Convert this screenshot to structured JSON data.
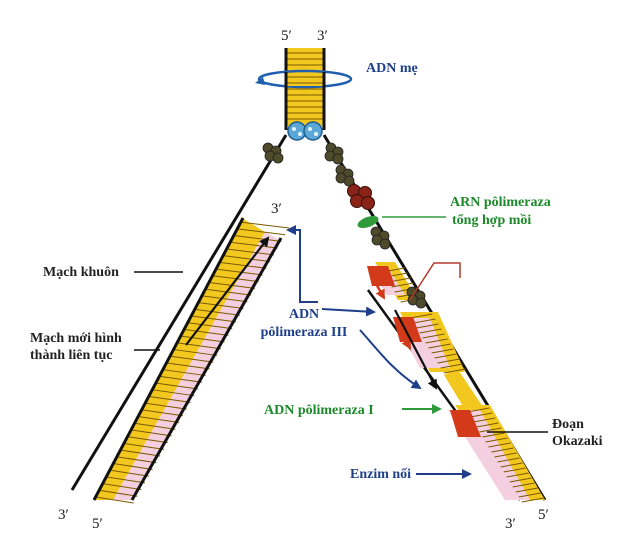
{
  "ends": {
    "top_left": "5′",
    "top_right": "3′",
    "new_strand_left_top": "3′",
    "bottom_left_outer": "3′",
    "bottom_left_inner": "5′",
    "bottom_right_inner": "3′",
    "bottom_right_outer": "5′"
  },
  "labels": {
    "parent_dna": "ADN mẹ",
    "rna_polymerase_line1": "ARN pôlimeraza",
    "rna_polymerase_line2": "tổng hợp mồi",
    "template_strand": "Mạch khuôn",
    "continuous_strand_line1": "Mạch mới hình",
    "continuous_strand_line2": "thành liên tục",
    "dna_pol3_line1": "ADN",
    "dna_pol3_line2": "pôlimeraza III",
    "dna_pol1": "ADN pôlimeraza I",
    "okazaki_line1": "Đoạn",
    "okazaki_line2": "Okazaki",
    "ligase": "Enzim nối"
  },
  "colors": {
    "template_yellow": "#f2c81f",
    "new_strand_pink": "#f3cfe0",
    "primer_red": "#d23a1a",
    "helicase_blue": "#5aa7d8",
    "ssb_olive": "#4e4a2a",
    "primase_red": "#8a2418",
    "primase_green": "#2e9a3a",
    "blue_text": "#1f3f8a",
    "green_text": "#1c8a2a"
  }
}
